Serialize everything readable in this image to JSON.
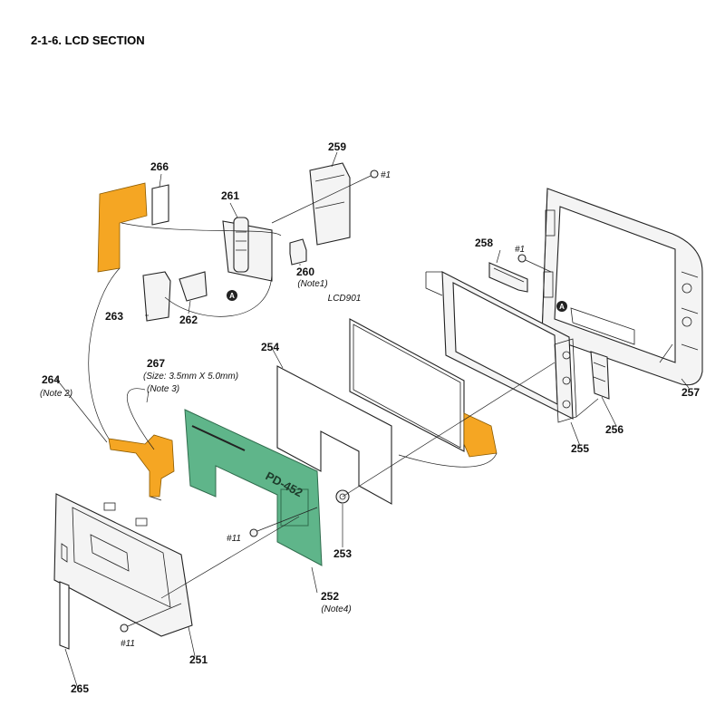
{
  "title": "2-1-6. LCD SECTION",
  "board_label": "PD-452",
  "callouts": {
    "c251": "251",
    "c252": "252",
    "c252_note": "(Note4)",
    "c253": "253",
    "c254": "254",
    "c255": "255",
    "c256": "256",
    "c257": "257",
    "c258": "258",
    "c259": "259",
    "c260": "260",
    "c260_note": "(Note1)",
    "c261": "261",
    "c262": "262",
    "c263": "263",
    "c264": "264",
    "c264_note": "(Note 2)",
    "c265": "265",
    "c266": "266",
    "c267": "267",
    "c267_size": "(Size: 3.5mm X 5.0mm)",
    "c267_note": "(Note 3)",
    "lcd": "LCD901",
    "screw_1a": "#1",
    "screw_1b": "#1",
    "screw_11a": "#11",
    "screw_11b": "#11",
    "ref_a1": "A",
    "ref_a2": "A"
  },
  "colors": {
    "flex_cable": "#f5a623",
    "circuit_board": "#5fb58a"
  }
}
